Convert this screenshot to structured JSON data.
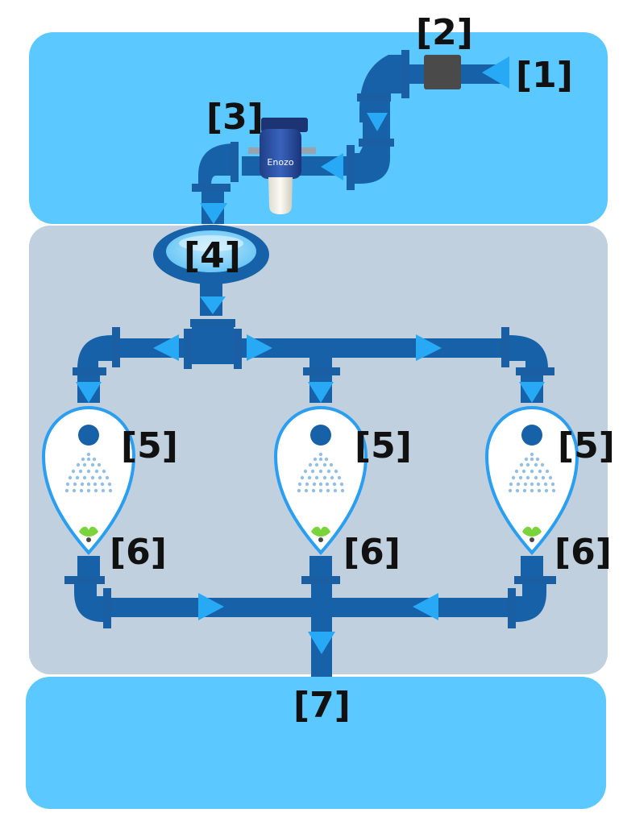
{
  "colors": {
    "top_zone": "#5bc8ff",
    "middle_zone": "#c0d0df",
    "bottom_zone": "#5bc8ff",
    "pipe": "#1661a8",
    "pipe_flange": "#1a5ea3",
    "flow_arrow": "#27a9f5",
    "label": "#111111",
    "valve": "#4a4a4a",
    "indicator": "#7bd33c"
  },
  "labels": {
    "inlet": "[1]",
    "valve": "[2]",
    "device": "[3]",
    "tank": "[4]",
    "spray_left": "[5]",
    "spray_center": "[5]",
    "spray_right": "[5]",
    "outlet_left": "[6]",
    "outlet_center": "[6]",
    "outlet_right": "[6]",
    "drain": "[7]"
  },
  "device": {
    "brand": "Enozo"
  },
  "icons": [
    "valve-icon",
    "ozone-generator-icon",
    "mixing-tank-icon",
    "spray-nozzle-icon",
    "flow-arrow-icon"
  ]
}
